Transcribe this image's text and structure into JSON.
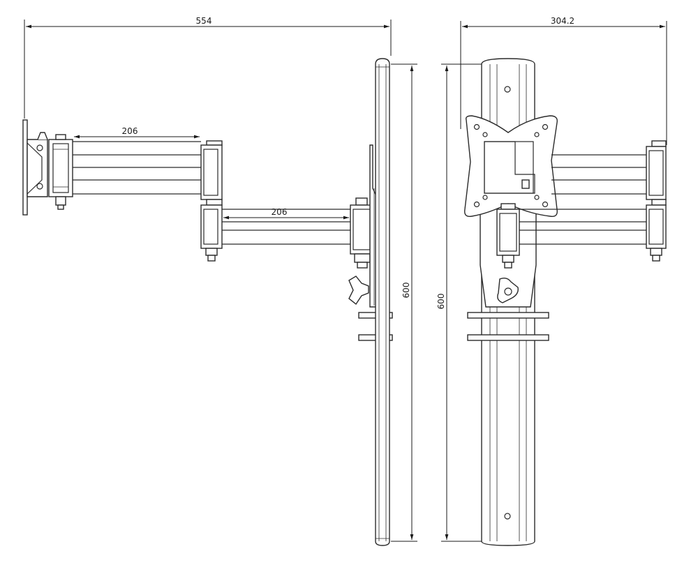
{
  "side_view": {
    "overall_width": "554",
    "upper_arm_length": "206",
    "lower_arm_length": "206",
    "pole_height": "600"
  },
  "front_view": {
    "overall_width": "304.2",
    "pole_height": "600"
  },
  "colors": {
    "line": "#2a2a2a",
    "background": "#ffffff"
  }
}
